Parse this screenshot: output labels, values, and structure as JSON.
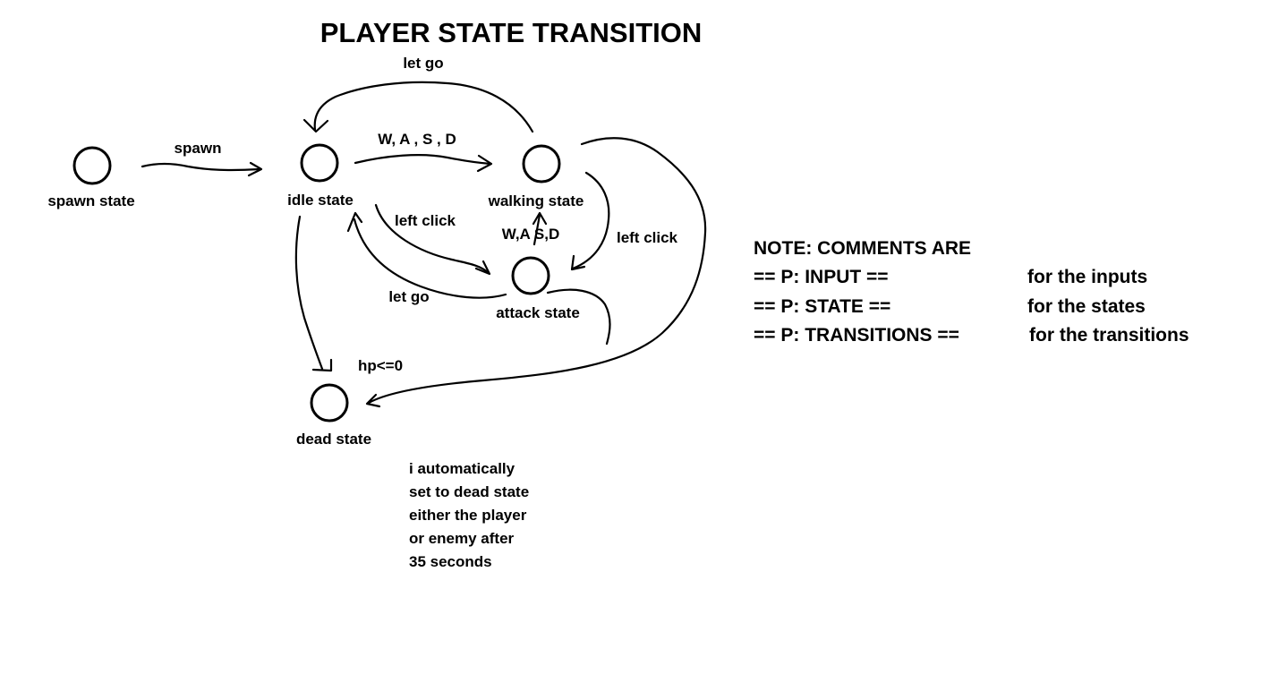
{
  "title": "PLAYER STATE TRANSITION",
  "states": [
    {
      "id": "spawn",
      "label": "spawn state"
    },
    {
      "id": "idle",
      "label": "idle state"
    },
    {
      "id": "walking",
      "label": "walking state"
    },
    {
      "id": "attack",
      "label": "attack state"
    },
    {
      "id": "dead",
      "label": "dead state"
    }
  ],
  "transitions": [
    {
      "from": "spawn",
      "to": "idle",
      "label": "spawn"
    },
    {
      "from": "idle",
      "to": "walking",
      "label": "W, A , S , D"
    },
    {
      "from": "walking",
      "to": "idle",
      "label": "let go"
    },
    {
      "from": "idle",
      "to": "attack",
      "label": "left click"
    },
    {
      "from": "attack",
      "to": "idle",
      "label": "let go"
    },
    {
      "from": "walking",
      "to": "attack",
      "label": "left click"
    },
    {
      "from": "attack",
      "to": "walking",
      "label": "W,A S,D"
    },
    {
      "from": "walking",
      "to": "dead",
      "label": "hp<=0"
    },
    {
      "from": "attack",
      "to": "dead",
      "label": ""
    },
    {
      "from": "idle",
      "to": "dead",
      "label": ""
    }
  ],
  "dead_note": [
    "i automatically",
    "set to dead state",
    "either the player",
    "or enemy after",
    "35 seconds"
  ],
  "note": {
    "heading": "NOTE: COMMENTS ARE",
    "rows": [
      {
        "key": "== P: INPUT ==",
        "value": "for the inputs"
      },
      {
        "key": "== P: STATE ==",
        "value": "for the states"
      },
      {
        "key": "== P: TRANSITIONS ==",
        "value": "for the transitions"
      }
    ]
  }
}
